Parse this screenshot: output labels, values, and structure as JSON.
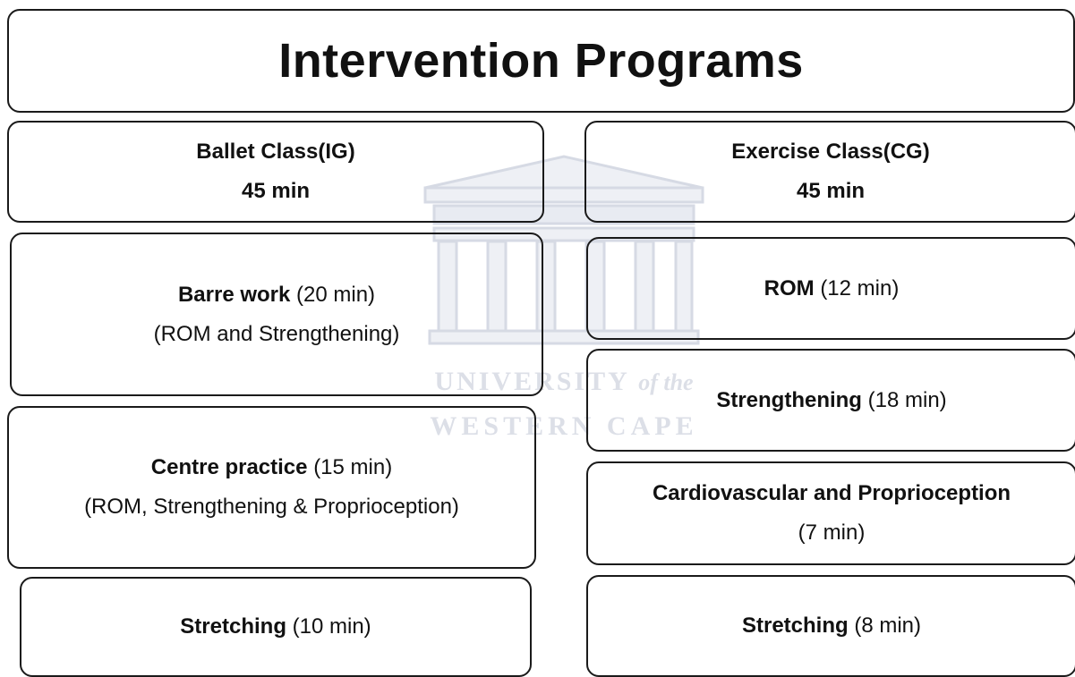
{
  "title": "Intervention Programs",
  "watermark": {
    "line1_main": "UNIVERSITY",
    "line1_suffix": "of the",
    "line2": "WESTERN CAPE"
  },
  "left": {
    "header": {
      "name": "Ballet Class(IG)",
      "duration": "45 min"
    },
    "items": [
      {
        "label": "Barre work",
        "time": "(20 min)",
        "detail": "(ROM and Strengthening)"
      },
      {
        "label": "Centre practice",
        "time": "(15 min)",
        "detail": "(ROM, Strengthening & Proprioception)"
      },
      {
        "label": "Stretching",
        "time": "(10 min)",
        "detail": ""
      }
    ]
  },
  "right": {
    "header": {
      "name": "Exercise Class(CG)",
      "duration": "45 min"
    },
    "items": [
      {
        "label": "ROM",
        "time": "(12 min)",
        "detail": ""
      },
      {
        "label": "Strengthening",
        "time": "(18 min)",
        "detail": ""
      },
      {
        "label": "Cardiovascular and Proprioception",
        "time": "",
        "detail": "(7 min)"
      },
      {
        "label": "Stretching",
        "time": "(8 min)",
        "detail": ""
      }
    ]
  },
  "colors": {
    "border": "#1a1a1a",
    "watermark": "#dcdfe7",
    "text": "#111111"
  }
}
